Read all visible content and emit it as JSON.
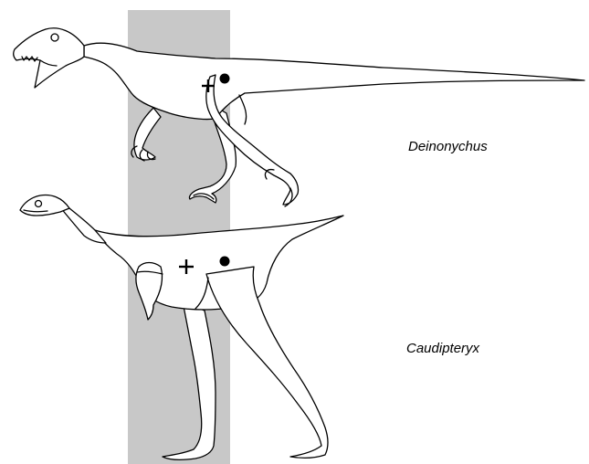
{
  "labels": {
    "top_specimen": "Deinonychus",
    "bottom_specimen": "Caudipteryx"
  },
  "colors": {
    "shaded_band": "#c8c8c8",
    "outline": "#000000",
    "background": "#ffffff"
  },
  "markers": {
    "plus_symbol": "center of mass marker (+)",
    "dot_symbol": "hip / reference point marker (●)"
  }
}
